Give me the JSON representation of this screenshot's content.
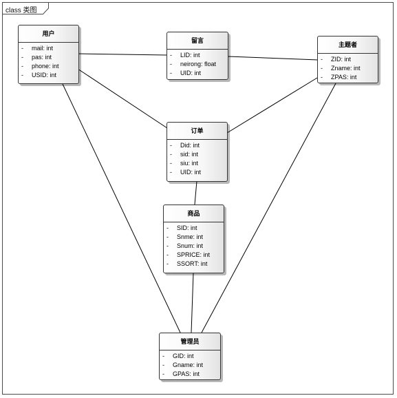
{
  "diagram": {
    "frame_label": "class 类图",
    "classes": [
      {
        "id": "yonghu",
        "name": "用户",
        "attributes": [
          {
            "visibility": "-",
            "text": "mail: int"
          },
          {
            "visibility": "-",
            "text": "pas: int"
          },
          {
            "visibility": "-",
            "text": "phone: int"
          },
          {
            "visibility": "-",
            "text": "USID: int"
          }
        ]
      },
      {
        "id": "pinglun",
        "name": "留言",
        "attributes": [
          {
            "visibility": "-",
            "text": "LID: int"
          },
          {
            "visibility": "-",
            "text": "neirong: float"
          },
          {
            "visibility": "-",
            "text": "UID: int"
          }
        ]
      },
      {
        "id": "zhuyeguan",
        "name": "主题者",
        "attributes": [
          {
            "visibility": "-",
            "text": "ZID: int"
          },
          {
            "visibility": "-",
            "text": "Zname: int"
          },
          {
            "visibility": "-",
            "text": "ZPAS: int"
          }
        ]
      },
      {
        "id": "dingdan",
        "name": "订单",
        "attributes": [
          {
            "visibility": "-",
            "text": "Did: int"
          },
          {
            "visibility": "-",
            "text": "sid: int"
          },
          {
            "visibility": "-",
            "text": "siu: int"
          },
          {
            "visibility": "-",
            "text": "UID: int"
          }
        ]
      },
      {
        "id": "shangpin",
        "name": "商品",
        "attributes": [
          {
            "visibility": "-",
            "text": "SID: int"
          },
          {
            "visibility": "-",
            "text": "Snme: int"
          },
          {
            "visibility": "-",
            "text": "Snum: int"
          },
          {
            "visibility": "-",
            "text": "SPRICE: int"
          },
          {
            "visibility": "-",
            "text": "SSORT: int"
          }
        ]
      },
      {
        "id": "guanliyuan",
        "name": "管理员",
        "attributes": [
          {
            "visibility": "-",
            "text": "GID: int"
          },
          {
            "visibility": "-",
            "text": "Gname: int"
          },
          {
            "visibility": "-",
            "text": "GPAS: int"
          }
        ]
      }
    ],
    "associations": [
      {
        "from": "yonghu",
        "to": "pinglun"
      },
      {
        "from": "pinglun",
        "to": "zhuyeguan"
      },
      {
        "from": "yonghu",
        "to": "dingdan"
      },
      {
        "from": "zhuyeguan",
        "to": "dingdan"
      },
      {
        "from": "dingdan",
        "to": "shangpin"
      },
      {
        "from": "shangpin",
        "to": "guanliyuan"
      },
      {
        "from": "yonghu",
        "to": "guanliyuan"
      },
      {
        "from": "zhuyeguan",
        "to": "guanliyuan"
      }
    ]
  }
}
